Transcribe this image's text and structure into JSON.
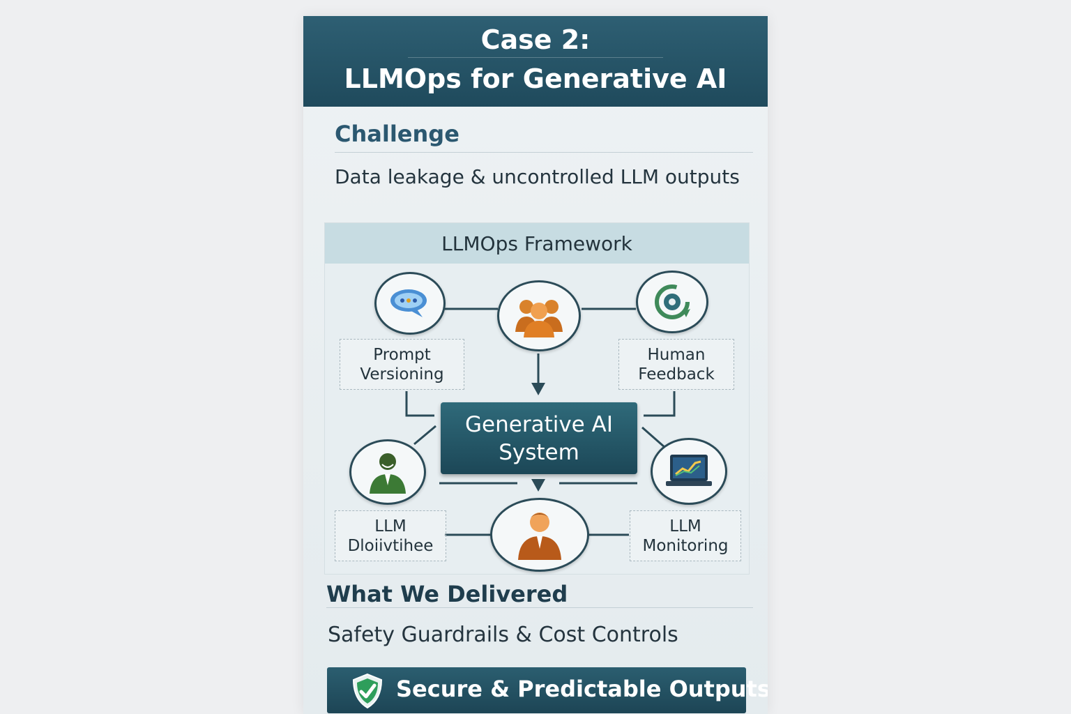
{
  "header": {
    "line1": "Case 2:",
    "line2": "LLMOps for Generative AI"
  },
  "challenge": {
    "heading": "Challenge",
    "text": "Data leakage & uncontrolled LLM outputs"
  },
  "framework": {
    "title": "LLMOps Framework",
    "center": {
      "line1": "Generative AI",
      "line2": "System"
    },
    "labels": {
      "prompt": {
        "line1": "Prompt",
        "line2": "Versioning"
      },
      "human": {
        "line1": "Human",
        "line2": "Feedback"
      },
      "llm_left": {
        "line1": "LLM",
        "line2": "Dloiivtihee"
      },
      "llm_right": {
        "line1": "LLM",
        "line2": "Monitoring"
      }
    },
    "icons": [
      "chat-bubble-icon",
      "team-icon",
      "refresh-target-icon",
      "person-icon",
      "laptop-chart-icon",
      "businessman-icon"
    ]
  },
  "delivered": {
    "heading": "What We Delivered",
    "text": "Safety Guardrails & Cost Controls",
    "banner": "Secure & Predictable Outputs"
  },
  "colors": {
    "header": "#1f4a5c",
    "accent": "#2b5870",
    "check": "#2e9e5b"
  }
}
